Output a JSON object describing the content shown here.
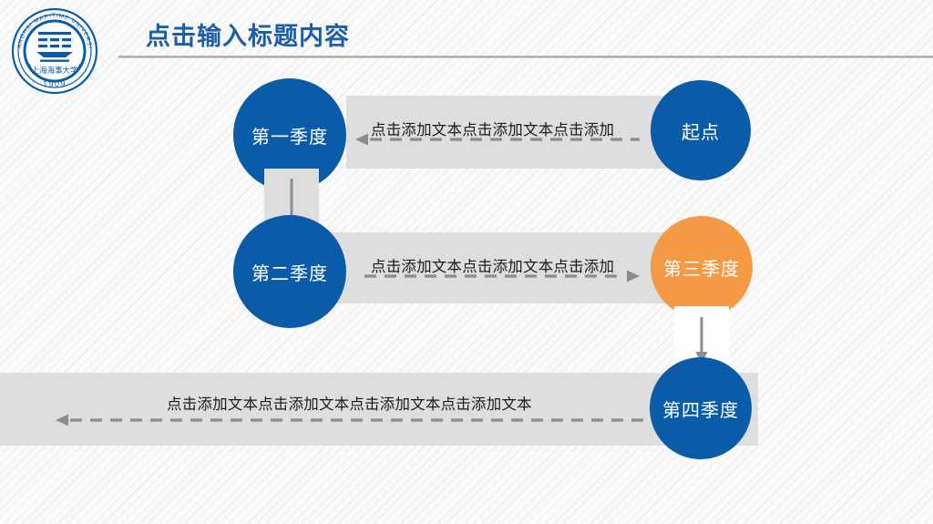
{
  "slide": {
    "title": "点击输入标题内容",
    "logo_alt": "上海海事大学 SHANGHAI MARITIME UNIVERSITY 1909",
    "logo_text": {
      "outer_top": "SHANGHAI MARITIME UNIVERSITY",
      "inner": "上海海事大学",
      "year": "1909"
    }
  },
  "colors": {
    "brand_blue": "#0b5ca8",
    "title_blue": "#1c5fa8",
    "accent_orange": "#f49a45",
    "bar_gray": "#dedede",
    "arrow_gray": "#8c8c8c",
    "background": "#fafafa"
  },
  "flow": {
    "rows": [
      {
        "id": "row-1",
        "text": "点击添加文本点击添加文本点击添加",
        "direction": "left",
        "left_node": {
          "label": "第一季度",
          "color": "blue"
        },
        "right_node": {
          "label": "起点",
          "color": "blue"
        }
      },
      {
        "id": "row-2",
        "text": "点击添加文本点击添加文本点击添加",
        "direction": "right",
        "left_node": {
          "label": "第二季度",
          "color": "blue"
        },
        "right_node": {
          "label": "第三季度",
          "color": "orange"
        }
      },
      {
        "id": "row-3",
        "text": "点击添加文本点击添加文本点击添加文本点击添加文本",
        "direction": "left",
        "right_node": {
          "label": "第四季度",
          "color": "blue"
        }
      }
    ],
    "connectors": [
      {
        "id": "connector-1-2",
        "from": "第一季度",
        "to": "第二季度",
        "direction": "down"
      },
      {
        "id": "connector-3-4",
        "from": "第三季度",
        "to": "第四季度",
        "direction": "down"
      }
    ]
  }
}
